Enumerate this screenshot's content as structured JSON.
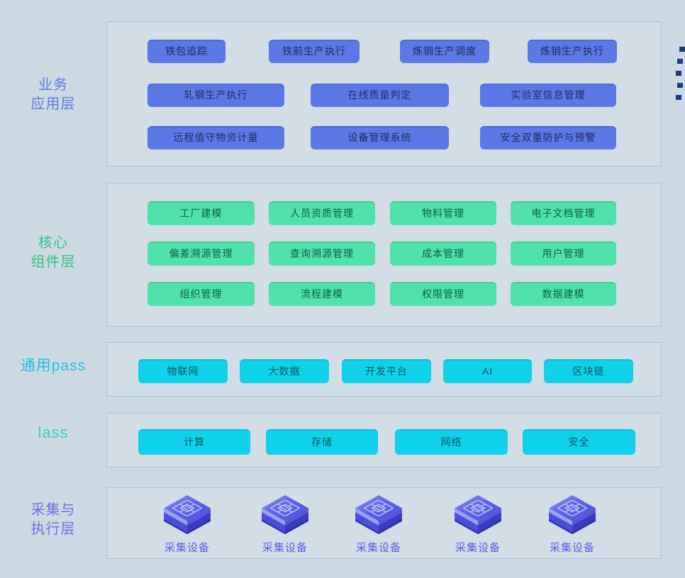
{
  "layers": {
    "business": {
      "label_line1": "业务",
      "label_line2": "应用层",
      "buttons": [
        "铁包追踪",
        "铁前生产执行",
        "炼钢生产调度",
        "炼钢生产执行",
        "轧钢生产执行",
        "在线质量判定",
        "实验室信息管理",
        "远程值守物资计量",
        "设备管理系统",
        "安全双重防护与预警"
      ]
    },
    "core": {
      "label_line1": "核心",
      "label_line2": "组件层",
      "buttons": [
        "工厂建模",
        "人员资质管理",
        "物料管理",
        "电子文档管理",
        "偏差溯源管理",
        "查询溯源管理",
        "成本管理",
        "用户管理",
        "组织管理",
        "流程建模",
        "权限管理",
        "数据建模"
      ]
    },
    "paas": {
      "label": "通用pass",
      "buttons": [
        "物联网",
        "大数据",
        "开发平台",
        "AI",
        "区块链"
      ]
    },
    "iaas": {
      "label": "lass",
      "buttons": [
        "计算",
        "存储",
        "网络",
        "安全"
      ]
    },
    "collect": {
      "label_line1": "采集与",
      "label_line2": "执行层",
      "device_label": "采集设备",
      "device_count": 5
    }
  },
  "colors": {
    "background": "#cdd9e2",
    "panel_border": "#a7c2d6",
    "business_accent": "#5a78e6",
    "business_label": "#5b7ae8",
    "core_accent": "#4fe2ab",
    "core_label": "#2fc285",
    "paas_accent": "#0fd2ea",
    "paas_label": "#1fbde8",
    "iaas_label": "#2bd3c7",
    "collect_label": "#6a70e8",
    "device_cube": "#4b4edb",
    "decor_dots": "#1c3a80"
  }
}
